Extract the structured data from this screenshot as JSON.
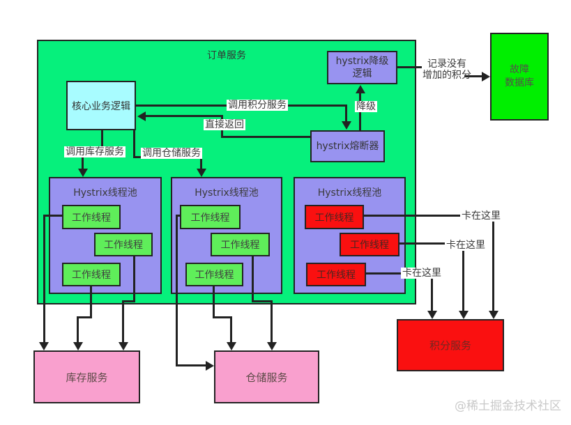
{
  "diagram": {
    "order_service_title": "订单服务",
    "core_logic": "核心业务逻辑",
    "fallback_line1": "hystrix降级",
    "fallback_line2": "逻辑",
    "circuit_breaker": "hystrix熔断器",
    "thread_pool_title": "Hystrix线程池",
    "worker_thread": "工作线程",
    "fault_db_line1": "故障",
    "fault_db_line2": "数据库",
    "inventory_service": "库存服务",
    "warehouse_service": "仓储服务",
    "points_service": "积分服务"
  },
  "edge_labels": {
    "call_points": "调用积分服务",
    "direct_return": "直接返回",
    "downgrade": "降级",
    "call_inventory": "调用库存服务",
    "call_warehouse": "调用仓储服务",
    "record_line1": "记录没有",
    "record_line2": "增加的积分",
    "stuck_here": "卡在这里"
  },
  "watermark": "@稀土掘金技术社区",
  "colors": {
    "order_service_bg": "#06f07c",
    "thread_pool_bg": "#9893f0",
    "worker_ok_bg": "#5fee5a",
    "worker_stuck_bg": "#fa1010",
    "core_logic_bg": "#a8fcff",
    "fault_db_bg": "#00ef00",
    "downstream_service_bg": "#f9a0ce",
    "failed_service_bg": "#fa1010",
    "line": "#222222"
  }
}
